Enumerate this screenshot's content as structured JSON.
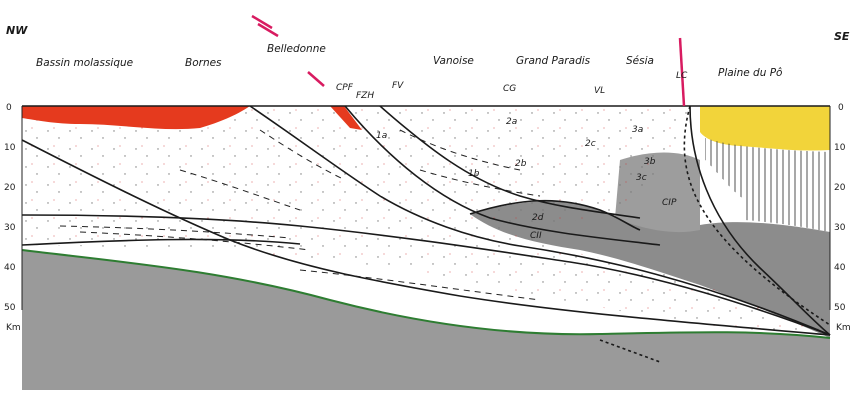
{
  "directions": {
    "left": "NW",
    "right": "SE"
  },
  "regions": [
    "Bassin molassique",
    "Bornes",
    "Belledonne",
    "Vanoise",
    "Grand Paradis",
    "Sésia",
    "Plaine du Pô"
  ],
  "faults": [
    "CPF",
    "FZH",
    "FV",
    "CG",
    "VL",
    "LC"
  ],
  "units": [
    "2a",
    "2b",
    "2c",
    "2d",
    "3a",
    "3b",
    "3c",
    "1a",
    "1b",
    "CII",
    "CIP"
  ],
  "depth_ticks": [
    "0",
    "10",
    "20",
    "30",
    "40",
    "50"
  ],
  "depth_unit": "Km",
  "colors": {
    "molasse_red": "#e53a1e",
    "po_yellow": "#f2d43a",
    "mantle_grey": "#8f8f8f",
    "lower_crust_grey": "#a9a9a9",
    "moho_green": "#2e7d32",
    "fault_magenta": "#d81b60"
  }
}
